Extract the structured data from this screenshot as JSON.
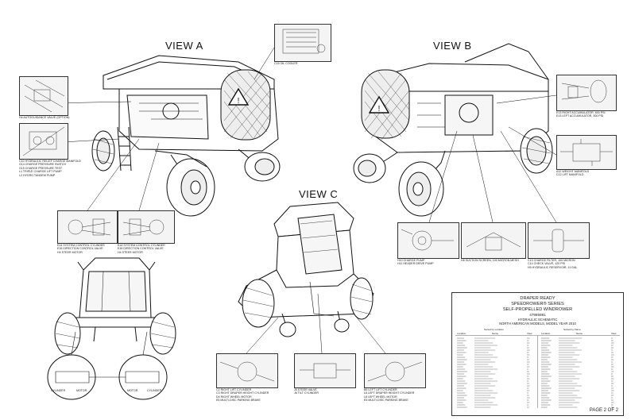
{
  "views": {
    "a": "VIEW A",
    "b": "VIEW B",
    "c": "VIEW C"
  },
  "callouts": {
    "c15": "C15 OIL COOLER",
    "h4": "H4 AUTOGUIDANCE VALVE (OPTION)",
    "left_block": [
      "C10 HYDRAULIC RELIEF CHARGE MANIFOLD",
      "G14 CHARGE PRESSURE SWITCH",
      "G15 CHARGE PRESSURE TEST",
      "L1 TRIPLE CHARGE LIFT PUMP",
      "L2 HYDRO TANDEM PUMP"
    ],
    "e14_left": [
      "E14 SYSTEM CONTROL CYLINDER",
      "E16 DIRECTION CONTROL VALVE",
      "H4 STEER MOTOR"
    ],
    "e14_right": [
      "E14 SYSTEM CONTROL CYLINDER",
      "E16 DIRECTION CONTROL VALVE",
      "H4 STEER MOTOR"
    ],
    "right_acc": [
      "E13 RIGHT ACCUMULATOR, 600 PSI",
      "E13 LEFT ACCUMULATOR, 300 PSI"
    ],
    "right_man": [
      "A12 WEIGHT MANIFOLD",
      "C12 LIFT MANIFOLD"
    ],
    "charge_pump": [
      "H10 CHARGE PUMP",
      "H11 HEADER DRIVE PUMP"
    ],
    "suction": "H8 SUCTION SCREEN, 100 MICRON MESH",
    "filter": [
      "C13 CHARGE FILTER, 100 MICRON",
      "C14 CHECK VALVE, 120 PSI",
      "H9 HYDRAULIC RESERVOIR, 11 GAL"
    ],
    "bottom_a": [
      "C2 RIGHT LIFT CYLINDER",
      "C3 RIGHT DRAPER HEIGHT CYLINDER",
      "D4 RIGHT WHEEL MOTOR",
      "E5 MULTI-DISC PARKING BRAKE"
    ],
    "bottom_b": [
      "J5 STEER VALVE",
      "J6 TILT CYLINDER"
    ],
    "bottom_c": [
      "B5 LEFT LIFT CYLINDER",
      "L6 LEFT DRAPER HEIGHT CYLINDER",
      "L8 LEFT WHEEL MOTOR",
      "E5 MULTI-DISC PARKING BRAKE"
    ],
    "cab_left_a": "CYLINDER",
    "cab_left_b": "MOTOR",
    "cab_right_a": "MOTOR",
    "cab_right_b": "CYLINDER"
  },
  "title_block": {
    "line1": "DRAPER READY",
    "line2": "SPEEDROWER® SERIES",
    "line3": "SELF-PROPELLED WINDROWER",
    "line4": "47985981",
    "line5": "HYDRAULIC SCHEMATIC",
    "line6": "NORTH AMERICAN MODELS, MODEL YEAR 2010",
    "sorted_left": "Sorted by Location",
    "sorted_right": "Sorted by Name",
    "col_location": "Location",
    "col_name": "Name",
    "col_view": "View",
    "page": "PAGE 2 OF 2"
  }
}
